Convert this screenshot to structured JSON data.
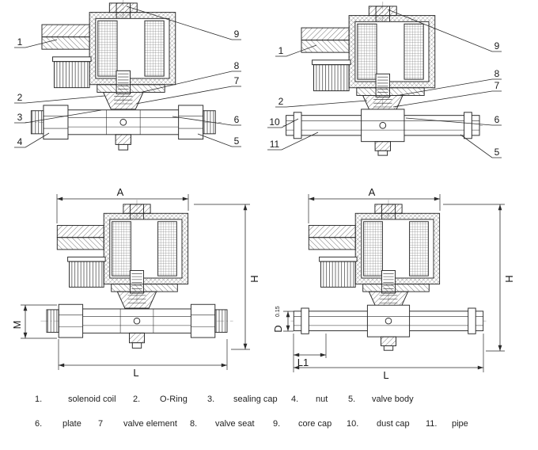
{
  "colors": {
    "ink": "#2a2a2a",
    "background": "#ffffff"
  },
  "callouts": {
    "tl": [
      "1",
      "2",
      "3",
      "4",
      "9",
      "8",
      "7",
      "6",
      "5"
    ],
    "tr": [
      "1",
      "2",
      "10",
      "11",
      "9",
      "8",
      "7",
      "6",
      "5"
    ]
  },
  "dims": {
    "bl": {
      "a": "A",
      "h": "H",
      "m": "M",
      "l": "L"
    },
    "br": {
      "a": "A",
      "h": "H",
      "d": "D",
      "d_small": "0.15",
      "l1": "L1",
      "l": "L"
    }
  },
  "legend": {
    "row1": [
      {
        "num": "1.",
        "label": "solenoid coil"
      },
      {
        "num": "2.",
        "label": "O-Ring"
      },
      {
        "num": "3.",
        "label": "sealing cap"
      },
      {
        "num": "4.",
        "label": "nut"
      },
      {
        "num": "5.",
        "label": "valve body"
      }
    ],
    "row2": [
      {
        "num": "6.",
        "label": "plate"
      },
      {
        "num": "7",
        "label": "valve element"
      },
      {
        "num": "8.",
        "label": "valve seat"
      },
      {
        "num": "9.",
        "label": "core cap"
      },
      {
        "num": "10.",
        "label": "dust cap"
      },
      {
        "num": "11.",
        "label": "pipe"
      }
    ]
  }
}
